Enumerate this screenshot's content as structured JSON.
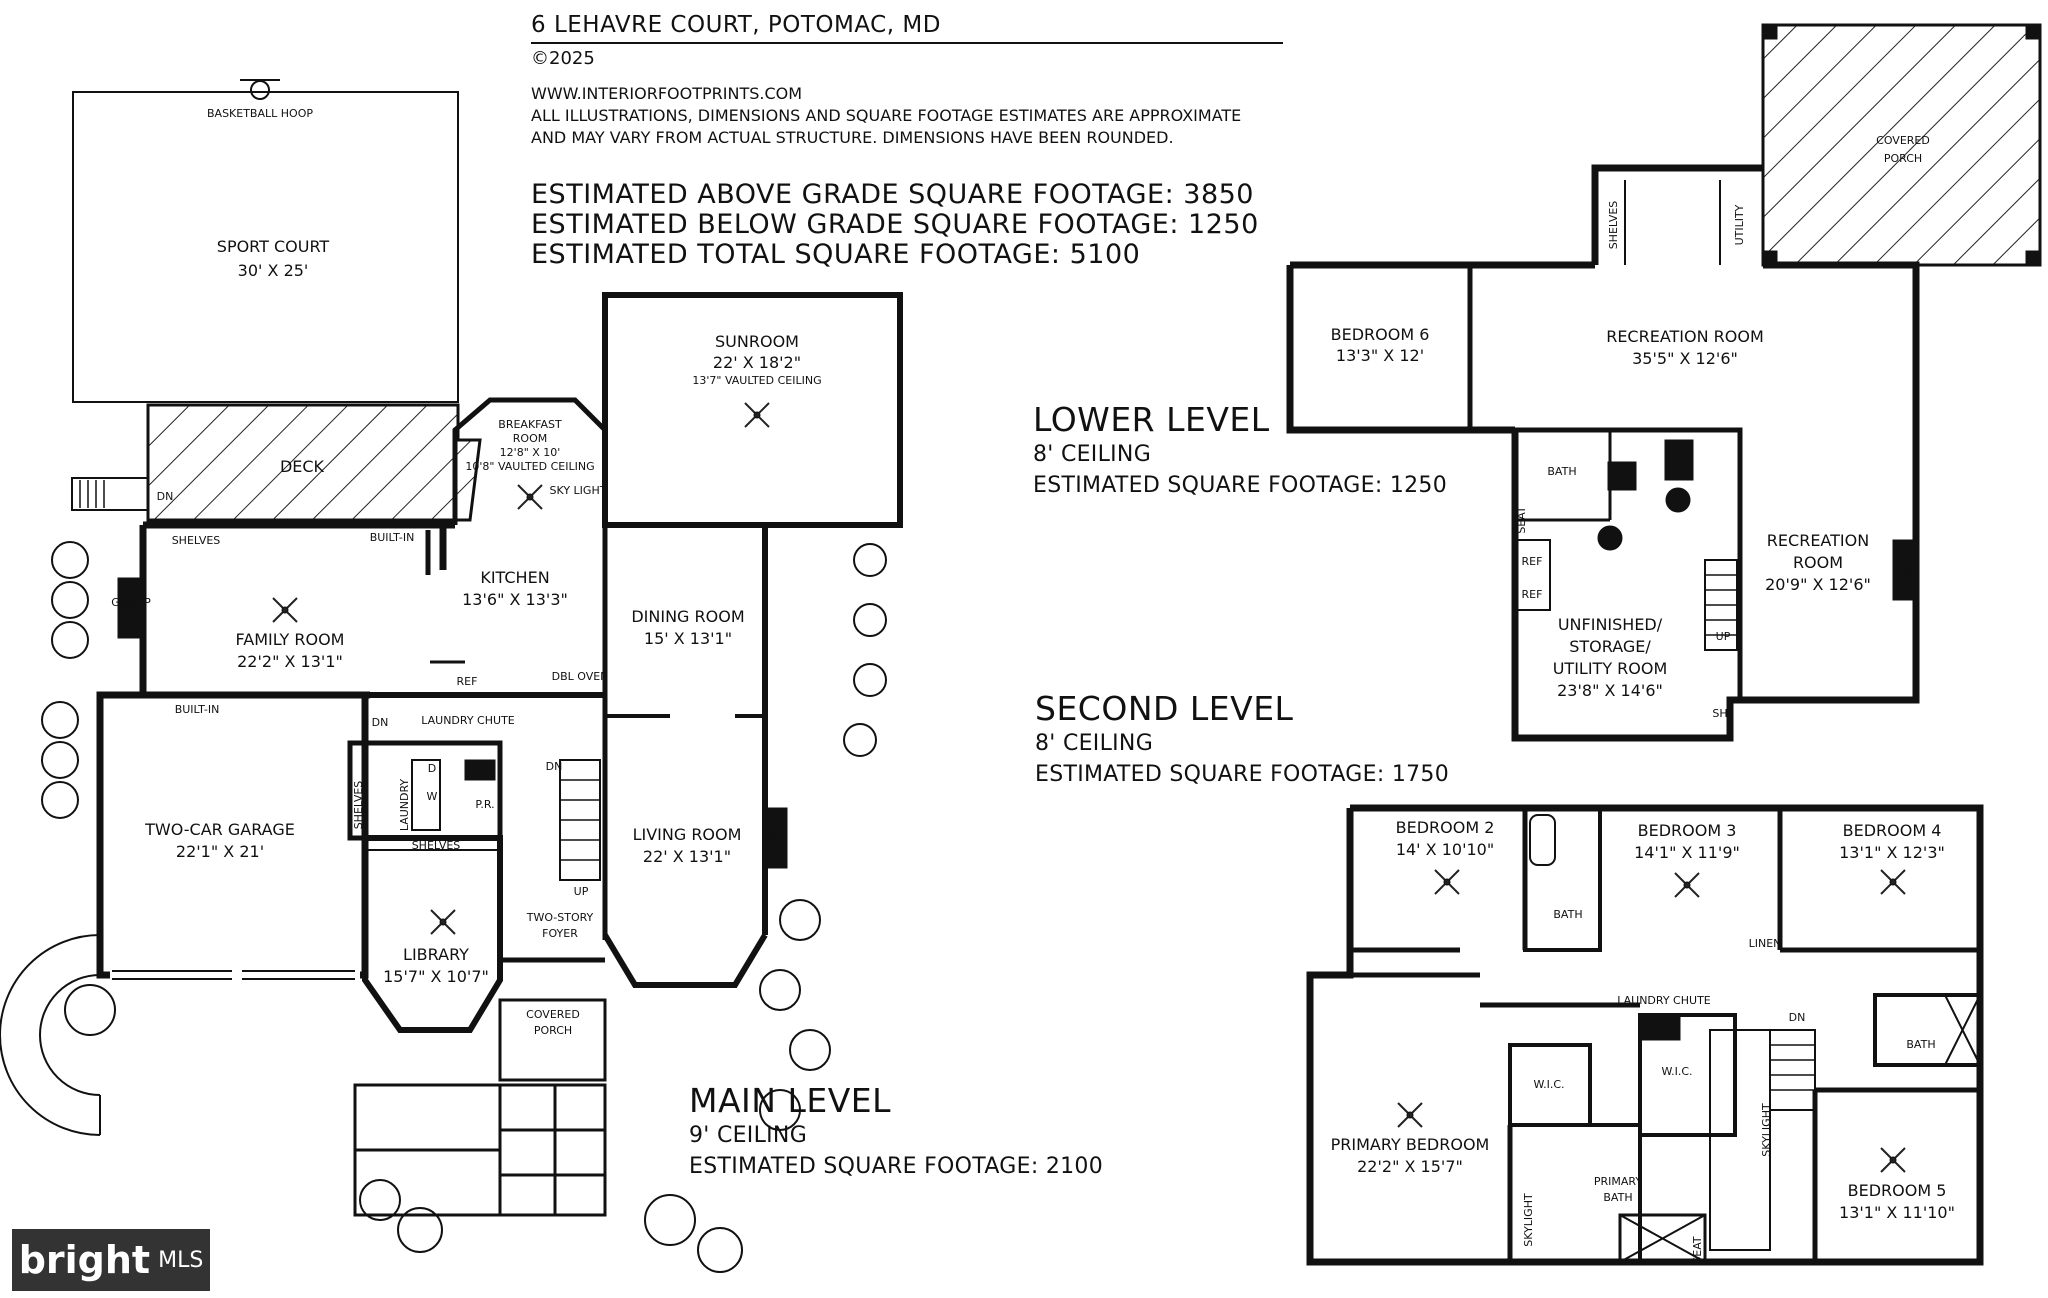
{
  "header": {
    "address": "6 LEHAVRE COURT, POTOMAC, MD",
    "copyright": "©2025",
    "website": "WWW.INTERIORFOOTPRINTS.COM",
    "disclaimer_1": "ALL ILLUSTRATIONS, DIMENSIONS AND SQUARE FOOTAGE ESTIMATES ARE APPROXIMATE",
    "disclaimer_2": "AND MAY VARY FROM ACTUAL STRUCTURE. DIMENSIONS HAVE BEEN ROUNDED.",
    "above_grade": "ESTIMATED ABOVE GRADE SQUARE FOOTAGE: 3850",
    "below_grade": "ESTIMATED BELOW GRADE SQUARE FOOTAGE: 1250",
    "total": "ESTIMATED TOTAL SQUARE FOOTAGE:  5100"
  },
  "levels": {
    "lower": {
      "title": "LOWER LEVEL",
      "ceiling": "8' CEILING",
      "sqft": "ESTIMATED SQUARE FOOTAGE: 1250"
    },
    "second": {
      "title": "SECOND LEVEL",
      "ceiling": "8' CEILING",
      "sqft": "ESTIMATED SQUARE FOOTAGE: 1750"
    },
    "main": {
      "title": "MAIN LEVEL",
      "ceiling": "9' CEILING",
      "sqft": "ESTIMATED SQUARE FOOTAGE: 2100"
    }
  },
  "main_level": {
    "basketball_hoop": "BASKETBALL HOOP",
    "sport_court": {
      "name": "SPORT COURT",
      "dims": "30' X 25'"
    },
    "deck": "DECK",
    "dn": "DN",
    "up": "UP",
    "breakfast_room": {
      "name_1": "BREAKFAST",
      "name_2": "ROOM",
      "dims": "12'8\" X 10'",
      "note": "10'8\" VAULTED CEILING"
    },
    "sky_light": "SKY LIGHT",
    "sunroom": {
      "name": "SUNROOM",
      "dims": "22' X 18'2\"",
      "note": "13'7\" VAULTED CEILING"
    },
    "shelves": "SHELVES",
    "built_in": "BUILT-IN",
    "gas_fp": "GAS FP",
    "family_room": {
      "name": "FAMILY ROOM",
      "dims": "22'2\" X 13'1\""
    },
    "kitchen": {
      "name": "KITCHEN",
      "dims": "13'6\" X 13'3\""
    },
    "ref": "REF",
    "dw_oven": "DBL OVEN",
    "dining_room": {
      "name": "DINING ROOM",
      "dims": "15' X 13'1\""
    },
    "laundry_chute": "LAUNDRY CHUTE",
    "laundry": "LAUNDRY",
    "d": "D",
    "w": "W",
    "pr": "P.R.",
    "garage": {
      "name": "TWO-CAR GARAGE",
      "dims": "22'1\" X 21'"
    },
    "living_room": {
      "name": "LIVING ROOM",
      "dims": "22' X 13'1\""
    },
    "fp": "FP",
    "library": {
      "name": "LIBRARY",
      "dims": "15'7\" X 10'7\""
    },
    "foyer": {
      "name_1": "TWO-STORY",
      "name_2": "FOYER"
    },
    "covered_porch": {
      "name_1": "COVERED",
      "name_2": "PORCH"
    }
  },
  "lower_level": {
    "covered_porch": {
      "name_1": "COVERED",
      "name_2": "PORCH"
    },
    "shelves": "SHELVES",
    "utility": "UTILITY",
    "bedroom_6": {
      "name": "BEDROOM 6",
      "dims": "13'3\" X 12'"
    },
    "recreation_room": {
      "name": "RECREATION ROOM",
      "dims": "35'5\" X 12'6\""
    },
    "bath": "BATH",
    "seat": "SEAT",
    "ref_1": "REF",
    "ref_2": "REF",
    "unfinished": {
      "name_1": "UNFINISHED/",
      "name_2": "STORAGE/",
      "name_3": "UTILITY ROOM",
      "dims": "23'8\" X 14'6\""
    },
    "recreation_room_2": {
      "name_1": "RECREATION",
      "name_2": "ROOM",
      "dims": "20'9\" X 12'6\""
    },
    "fp": "FP",
    "up": "UP",
    "sh": "SH"
  },
  "second_level": {
    "bedroom_2": {
      "name": "BEDROOM 2",
      "dims": "14' X 10'10\""
    },
    "bedroom_3": {
      "name": "BEDROOM 3",
      "dims": "14'1\" X 11'9\""
    },
    "bedroom_4": {
      "name": "BEDROOM 4",
      "dims": "13'1\" X 12'3\""
    },
    "bath_1": "BATH",
    "linen": "LINEN",
    "laundry_chute": "LAUNDRY CHUTE",
    "dn": "DN",
    "bath_2": "BATH",
    "wic_1": "W.I.C.",
    "wic_2": "W.I.C.",
    "primary_bedroom": {
      "name": "PRIMARY BEDROOM",
      "dims": "22'2\" X 15'7\""
    },
    "skylight_1": "SKYLIGHT",
    "skylight_2": "SKYLIGHT",
    "primary_bath": {
      "name_1": "PRIMARY",
      "name_2": "BATH"
    },
    "seat": "SEAT",
    "bedroom_5": {
      "name": "BEDROOM 5",
      "dims": "13'1\" X 11'10\""
    }
  },
  "logo": {
    "brand": "bright",
    "mls": "MLS"
  }
}
